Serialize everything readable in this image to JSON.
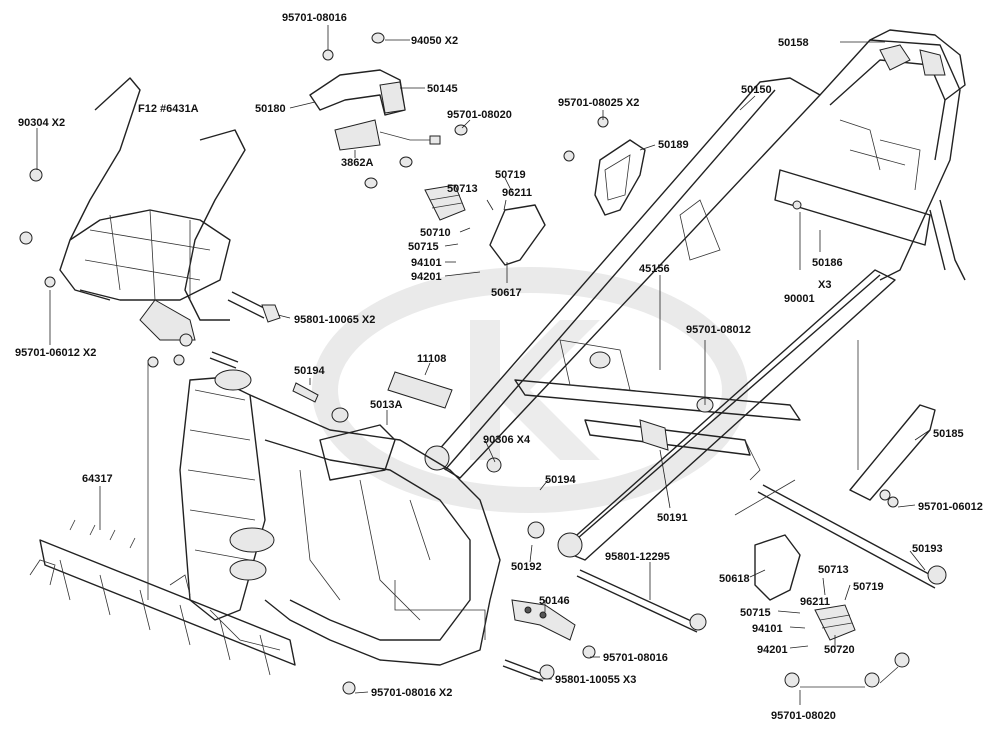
{
  "watermark": {
    "color": "#d9d9d9"
  },
  "labels": [
    {
      "id": "l-95701-08016-a",
      "text": "95701-08016"
    },
    {
      "id": "l-94050-x2",
      "text": "94050  X2"
    },
    {
      "id": "l-50180",
      "text": "50180"
    },
    {
      "id": "l-50145",
      "text": "50145"
    },
    {
      "id": "l-95701-08020-a",
      "text": "95701-08020"
    },
    {
      "id": "l-3862a",
      "text": "3862A"
    },
    {
      "id": "l-f12",
      "text": "F12 #6431A"
    },
    {
      "id": "l-90304-x2",
      "text": "90304  X2"
    },
    {
      "id": "l-95701-06012-x2",
      "text": "95701-06012 X2"
    },
    {
      "id": "l-95801-10065-x2",
      "text": "95801-10065 X2"
    },
    {
      "id": "l-50713-a",
      "text": "50713"
    },
    {
      "id": "l-50719-a",
      "text": "50719"
    },
    {
      "id": "l-96211-a",
      "text": "96211"
    },
    {
      "id": "l-50710",
      "text": "50710"
    },
    {
      "id": "l-50715-a",
      "text": "50715"
    },
    {
      "id": "l-94101-a",
      "text": "94101"
    },
    {
      "id": "l-94201-a",
      "text": "94201"
    },
    {
      "id": "l-50617",
      "text": "50617"
    },
    {
      "id": "l-95701-08025-x2",
      "text": "95701-08025 X2"
    },
    {
      "id": "l-50150",
      "text": "50150"
    },
    {
      "id": "l-50189",
      "text": "50189"
    },
    {
      "id": "l-50158",
      "text": "50158"
    },
    {
      "id": "l-45156",
      "text": "45156"
    },
    {
      "id": "l-50186",
      "text": "50186"
    },
    {
      "id": "l-90001",
      "text": "90001"
    },
    {
      "id": "l-x3",
      "text": "X3"
    },
    {
      "id": "l-95701-08012-a",
      "text": "95701-08012"
    },
    {
      "id": "l-50194-a",
      "text": "50194"
    },
    {
      "id": "l-11108",
      "text": "11108"
    },
    {
      "id": "l-5013a",
      "text": "5013A"
    },
    {
      "id": "l-90306-x4",
      "text": "90306  X4"
    },
    {
      "id": "l-50194-b",
      "text": "50194"
    },
    {
      "id": "l-50191",
      "text": "50191"
    },
    {
      "id": "l-50185",
      "text": "50185"
    },
    {
      "id": "l-95701-06012",
      "text": "95701-06012"
    },
    {
      "id": "l-64317",
      "text": "64317"
    },
    {
      "id": "l-50192",
      "text": "50192"
    },
    {
      "id": "l-95801-12295",
      "text": "95801-12295"
    },
    {
      "id": "l-50193",
      "text": "50193"
    },
    {
      "id": "l-50146",
      "text": "50146"
    },
    {
      "id": "l-50618",
      "text": "50618"
    },
    {
      "id": "l-50713-b",
      "text": "50713"
    },
    {
      "id": "l-96211-b",
      "text": "96211"
    },
    {
      "id": "l-50719-b",
      "text": "50719"
    },
    {
      "id": "l-50715-b",
      "text": "50715"
    },
    {
      "id": "l-94101-b",
      "text": "94101"
    },
    {
      "id": "l-94201-b",
      "text": "94201"
    },
    {
      "id": "l-50720",
      "text": "50720"
    },
    {
      "id": "l-95701-08016-b",
      "text": "95701-08016"
    },
    {
      "id": "l-95801-10055-x3",
      "text": "95801-10055 X3"
    },
    {
      "id": "l-95701-08016-x2",
      "text": "95701-08016 X2"
    },
    {
      "id": "l-95701-08020-b",
      "text": "95701-08020"
    }
  ]
}
